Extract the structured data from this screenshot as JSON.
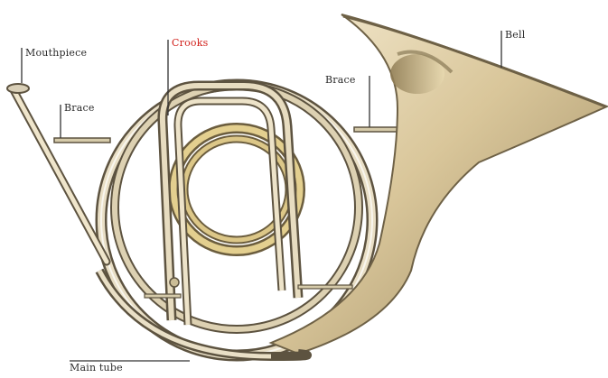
{
  "labels": {
    "mouthpiece": "Mouthpiece",
    "crooks": "Crooks",
    "brace_left": "Brace",
    "brace_right": "Brace",
    "bell": "Bell",
    "main_tube": "Main tube"
  },
  "colors": {
    "label_default": "#2a2a2a",
    "label_highlight": "#d2231e",
    "leader_line": "#333333",
    "brass_light": "#f2e6c4",
    "brass_mid": "#cbb98f",
    "brass_dark": "#6e6146"
  }
}
